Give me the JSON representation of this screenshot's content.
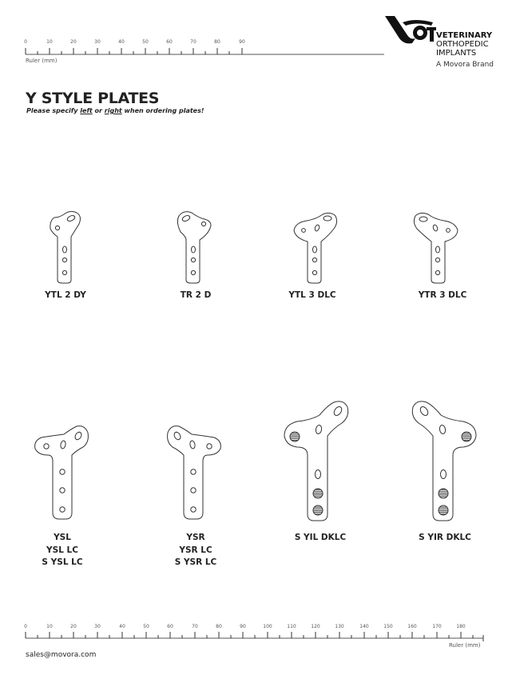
{
  "header": {
    "logo": {
      "icon": "vot-logo-icon",
      "line1": "VETERINARY",
      "line2": "ORTHOPEDIC",
      "line3": "IMPLANTS",
      "tagline": "A Movora Brand"
    },
    "ruler_top": {
      "label": "Ruler (mm)",
      "ticks": [
        "0",
        "10",
        "20",
        "30",
        "40",
        "50",
        "60",
        "70",
        "80",
        "90"
      ]
    }
  },
  "page": {
    "title": "Y STYLE PLATES",
    "subtitle_prefix": "Please specify ",
    "subtitle_left": "left",
    "subtitle_mid": " or ",
    "subtitle_right": "right",
    "subtitle_suffix": " when ordering plates!"
  },
  "plates": {
    "row1": [
      {
        "label": "YTL 2 DY"
      },
      {
        "label": "TR 2 D"
      },
      {
        "label": "YTL 3 DLC"
      },
      {
        "label": "YTR 3 DLC"
      }
    ],
    "row2": [
      {
        "labels": [
          "YSL",
          "YSL LC",
          "S YSL LC"
        ]
      },
      {
        "labels": [
          "YSR",
          "YSR LC",
          "S YSR LC"
        ]
      },
      {
        "labels": [
          "S YIL DKLC"
        ]
      },
      {
        "labels": [
          "S YIR DKLC"
        ]
      }
    ]
  },
  "footer": {
    "ruler_bottom": {
      "label": "Ruler (mm)",
      "ticks": [
        "0",
        "10",
        "20",
        "30",
        "40",
        "50",
        "60",
        "70",
        "80",
        "90",
        "100",
        "110",
        "120",
        "130",
        "140",
        "150",
        "160",
        "170",
        "180"
      ]
    },
    "email": "sales@movora.com"
  },
  "colors": {
    "text": "#222222",
    "line": "#333333",
    "hatch": "#555555"
  }
}
